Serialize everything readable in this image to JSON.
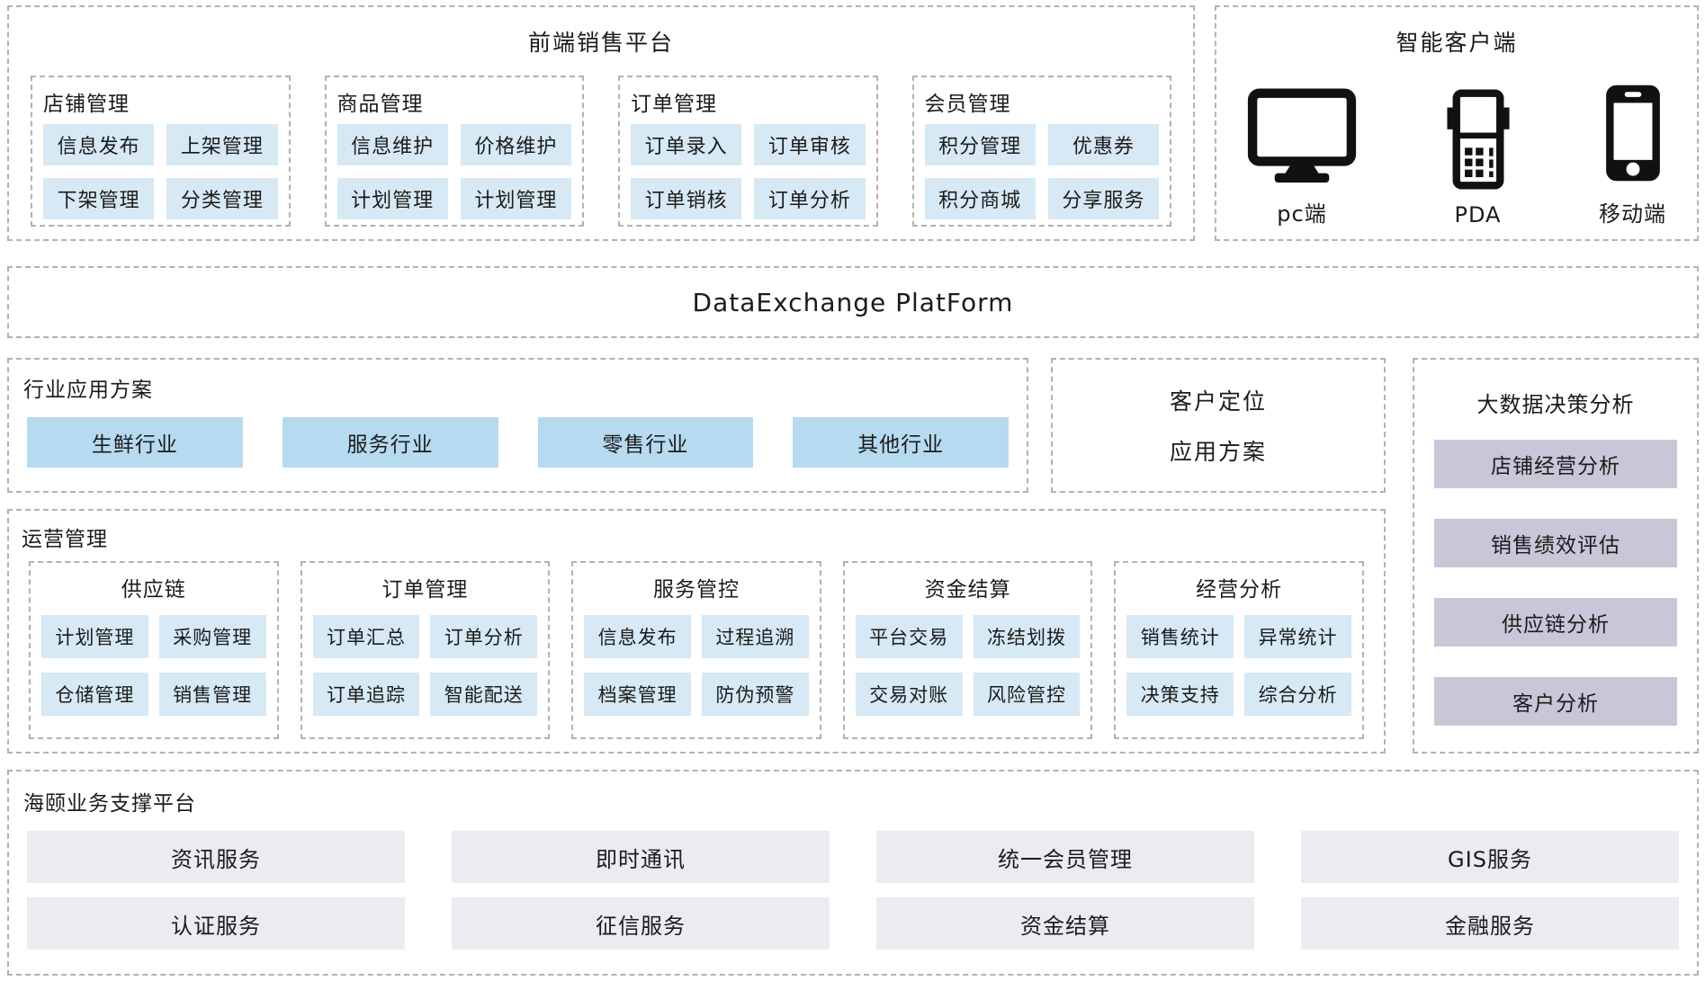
{
  "frontend": {
    "title": "前端销售平台",
    "groups": [
      {
        "title": "店铺管理",
        "items": [
          "信息发布",
          "上架管理",
          "下架管理",
          "分类管理"
        ]
      },
      {
        "title": "商品管理",
        "items": [
          "信息维护",
          "价格维护",
          "计划管理",
          "计划管理"
        ]
      },
      {
        "title": "订单管理",
        "items": [
          "订单录入",
          "订单审核",
          "订单销核",
          "订单分析"
        ]
      },
      {
        "title": "会员管理",
        "items": [
          "积分管理",
          "优惠券",
          "积分商城",
          "分享服务"
        ]
      }
    ]
  },
  "clients": {
    "title": "智能客户端",
    "devices": [
      {
        "icon": "desktop-icon",
        "label": "pc端"
      },
      {
        "icon": "pda-icon",
        "label": "PDA"
      },
      {
        "icon": "mobile-icon",
        "label": "移动端"
      }
    ]
  },
  "exchange": {
    "title": "DataExchange  PlatForm"
  },
  "industry": {
    "title": "行业应用方案",
    "items": [
      "生鲜行业",
      "服务行业",
      "零售行业",
      "其他行业"
    ]
  },
  "custpos": {
    "line1": "客户定位",
    "line2": "应用方案"
  },
  "bigdata": {
    "title": "大数据决策分析",
    "items": [
      "店铺经营分析",
      "销售绩效评估",
      "供应链分析",
      "客户分析"
    ]
  },
  "operations": {
    "title": "运营管理",
    "groups": [
      {
        "title": "供应链",
        "items": [
          "计划管理",
          "采购管理",
          "仓储管理",
          "销售管理"
        ]
      },
      {
        "title": "订单管理",
        "items": [
          "订单汇总",
          "订单分析",
          "订单追踪",
          "智能配送"
        ]
      },
      {
        "title": "服务管控",
        "items": [
          "信息发布",
          "过程追溯",
          "档案管理",
          "防伪预警"
        ]
      },
      {
        "title": "资金结算",
        "items": [
          "平台交易",
          "冻结划拨",
          "交易对账",
          "风险管控"
        ]
      },
      {
        "title": "经营分析",
        "items": [
          "销售统计",
          "异常统计",
          "决策支持",
          "综合分析"
        ]
      }
    ]
  },
  "support": {
    "title": "海颐业务支撑平台",
    "items": [
      "资讯服务",
      "即时通讯",
      "统一会员管理",
      "GIS服务",
      "认证服务",
      "征信服务",
      "资金结算",
      "金融服务"
    ]
  },
  "colors": {
    "chip_blue": "#d6e9f4",
    "chip_blue_strong": "#b6daf0",
    "chip_lavender": "#c9c6d7",
    "chip_light_lavender": "#edeaf2",
    "dashed_border": "#b2b2b2",
    "icon_black": "#111111"
  }
}
